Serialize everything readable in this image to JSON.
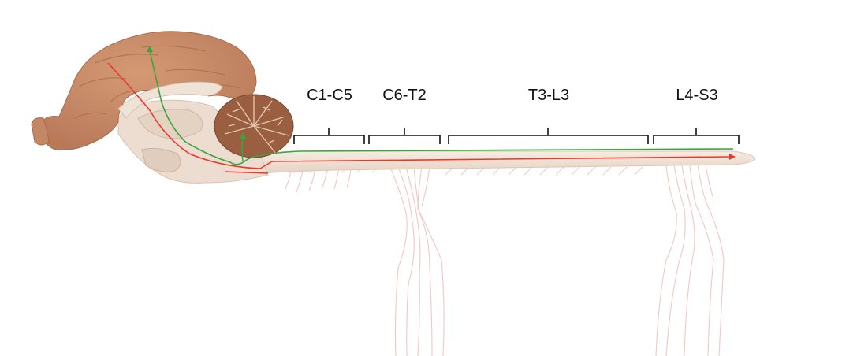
{
  "segments": [
    {
      "id": "c1-c5",
      "label": "C1-C5"
    },
    {
      "id": "c6-t2",
      "label": "C6-T2"
    },
    {
      "id": "t3-l3",
      "label": "T3-L3"
    },
    {
      "id": "l4-s3",
      "label": "L4-S3"
    }
  ],
  "colors": {
    "brain_cortex": "#c98c66",
    "brain_dark": "#b07553",
    "midline_structures": "#ecddd0",
    "spinal_cord": "#f1e3d6",
    "cerebellum": "#9a5f40",
    "nerves": "#f1c9c1",
    "red_pathway": "#e8392c",
    "green_pathway": "#3aa53a",
    "brackets": "#111111"
  }
}
